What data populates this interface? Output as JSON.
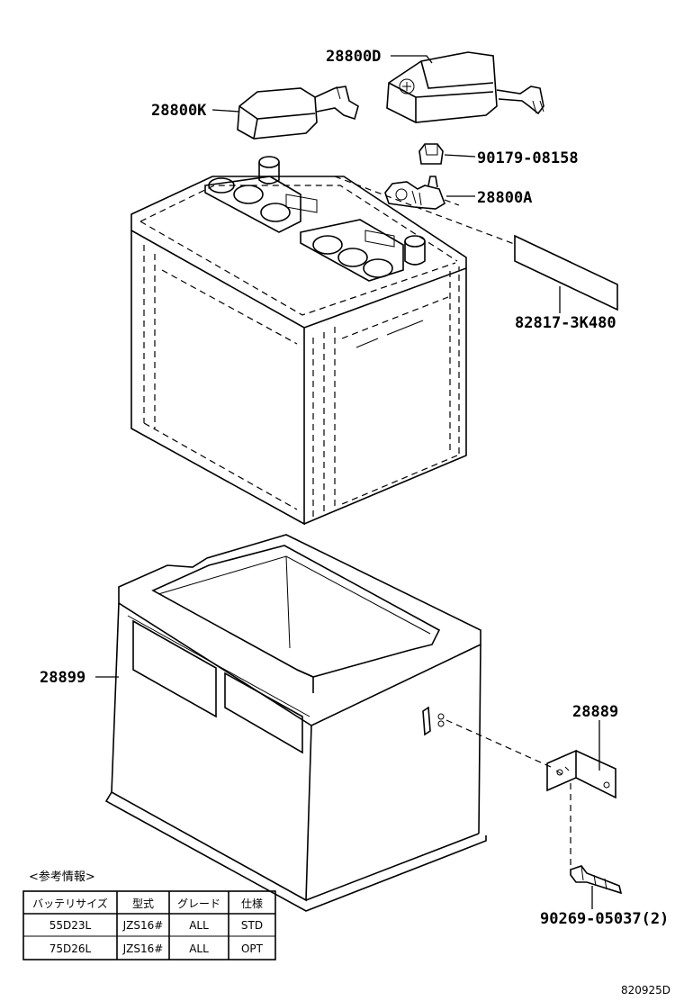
{
  "parts": {
    "cover_d": "28800D",
    "cover_k": "28800K",
    "nut": "90179-08158",
    "clamp": "28800A",
    "label": "82817-3K480",
    "tray": "28899",
    "bracket": "28889",
    "bolt": "90269-05037(2)"
  },
  "reference": {
    "title": "<参考情報>",
    "headers": [
      "バッテリサイズ",
      "型式",
      "グレード",
      "仕様"
    ],
    "rows": [
      [
        "55D23L",
        "JZS16#",
        "ALL",
        "STD"
      ],
      [
        "75D26L",
        "JZS16#",
        "ALL",
        "OPT"
      ]
    ]
  },
  "figure_code": "820925D"
}
